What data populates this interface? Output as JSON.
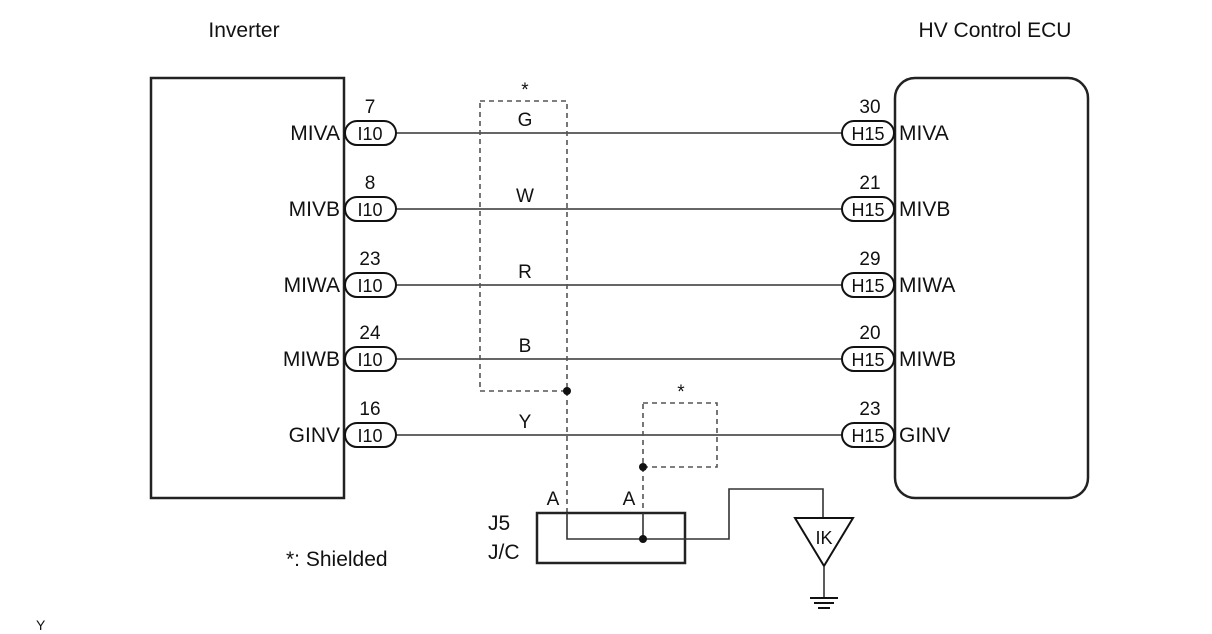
{
  "components": {
    "inverter": {
      "title": "Inverter"
    },
    "ecu": {
      "title": "HV Control ECU"
    }
  },
  "connectors": {
    "inverter_side": "I10",
    "ecu_side": "H15"
  },
  "signals": [
    {
      "name": "MIVA",
      "inv_pin": "7",
      "ecu_pin": "30",
      "wire_color": "G"
    },
    {
      "name": "MIVB",
      "inv_pin": "8",
      "ecu_pin": "21",
      "wire_color": "W"
    },
    {
      "name": "MIWA",
      "inv_pin": "23",
      "ecu_pin": "29",
      "wire_color": "R"
    },
    {
      "name": "MIWB",
      "inv_pin": "24",
      "ecu_pin": "20",
      "wire_color": "B"
    },
    {
      "name": "GINV",
      "inv_pin": "16",
      "ecu_pin": "23",
      "wire_color": "Y"
    }
  ],
  "shield_marks": [
    "*",
    "*"
  ],
  "junction": {
    "name": "J5",
    "type": "J/C",
    "pin_left": "A",
    "pin_right": "A"
  },
  "ground": {
    "label": "IK"
  },
  "legend": "*: Shielded",
  "corner_mark": "Y"
}
